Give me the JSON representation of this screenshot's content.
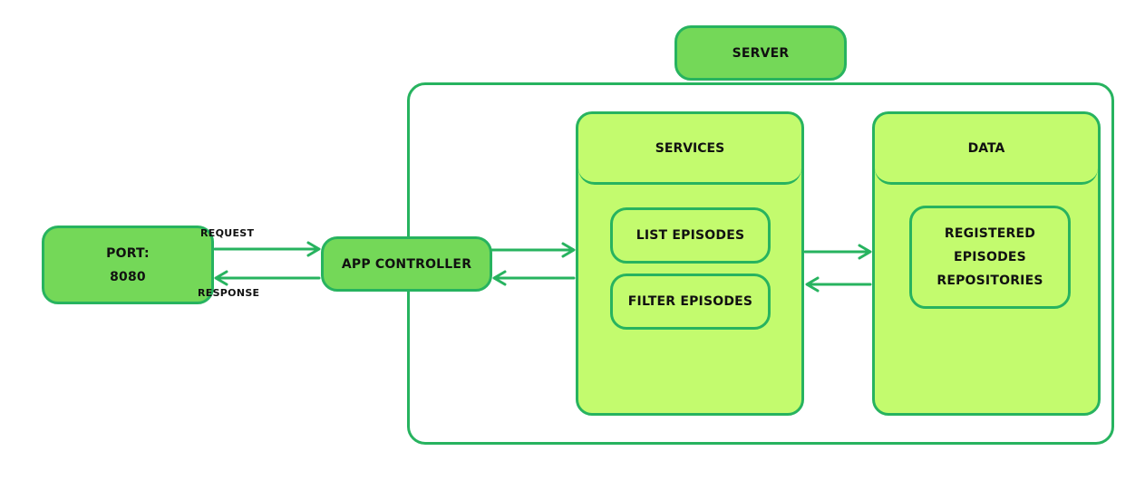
{
  "server": {
    "title": "SERVER"
  },
  "port": {
    "line1": "PORT:",
    "line2": "8080"
  },
  "edges": {
    "request": "REQUEST",
    "response": "RESPONSE"
  },
  "app_controller": {
    "label": "APP CONTROLLER"
  },
  "services": {
    "title": "SERVICES",
    "items": [
      "LIST EPISODES",
      "FILTER EPISODES"
    ]
  },
  "data_panel": {
    "title": "DATA",
    "repo_lines": [
      "REGISTERED",
      "EPISODES",
      "REPOSITORIES"
    ]
  },
  "colors": {
    "stroke": "#27b35f",
    "dark_fill": "#74d858",
    "light_fill": "#c3fb6e"
  }
}
